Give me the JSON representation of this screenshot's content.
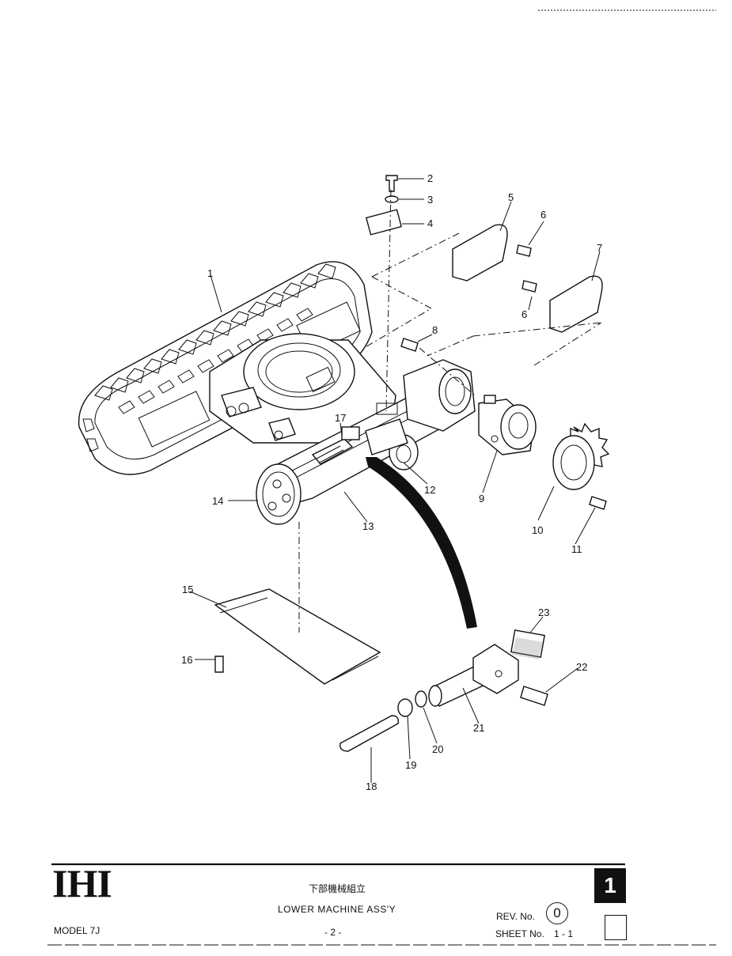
{
  "title_block": {
    "brand": "IHI",
    "title_jp": "下部機械組立",
    "title_en": "LOWER MACHINE ASS'Y",
    "model": "MODEL 7J",
    "page_number": "- 2 -",
    "rev_label": "REV. No.",
    "rev_value": "0",
    "sheet_label": "SHEET No.",
    "sheet_value": "1 - 1",
    "group_number": "1"
  },
  "callouts": [
    "1",
    "2",
    "3",
    "4",
    "5",
    "6",
    "6",
    "7",
    "8",
    "9",
    "10",
    "11",
    "12",
    "13",
    "14",
    "15",
    "16",
    "17",
    "18",
    "19",
    "20",
    "21",
    "22",
    "23"
  ]
}
